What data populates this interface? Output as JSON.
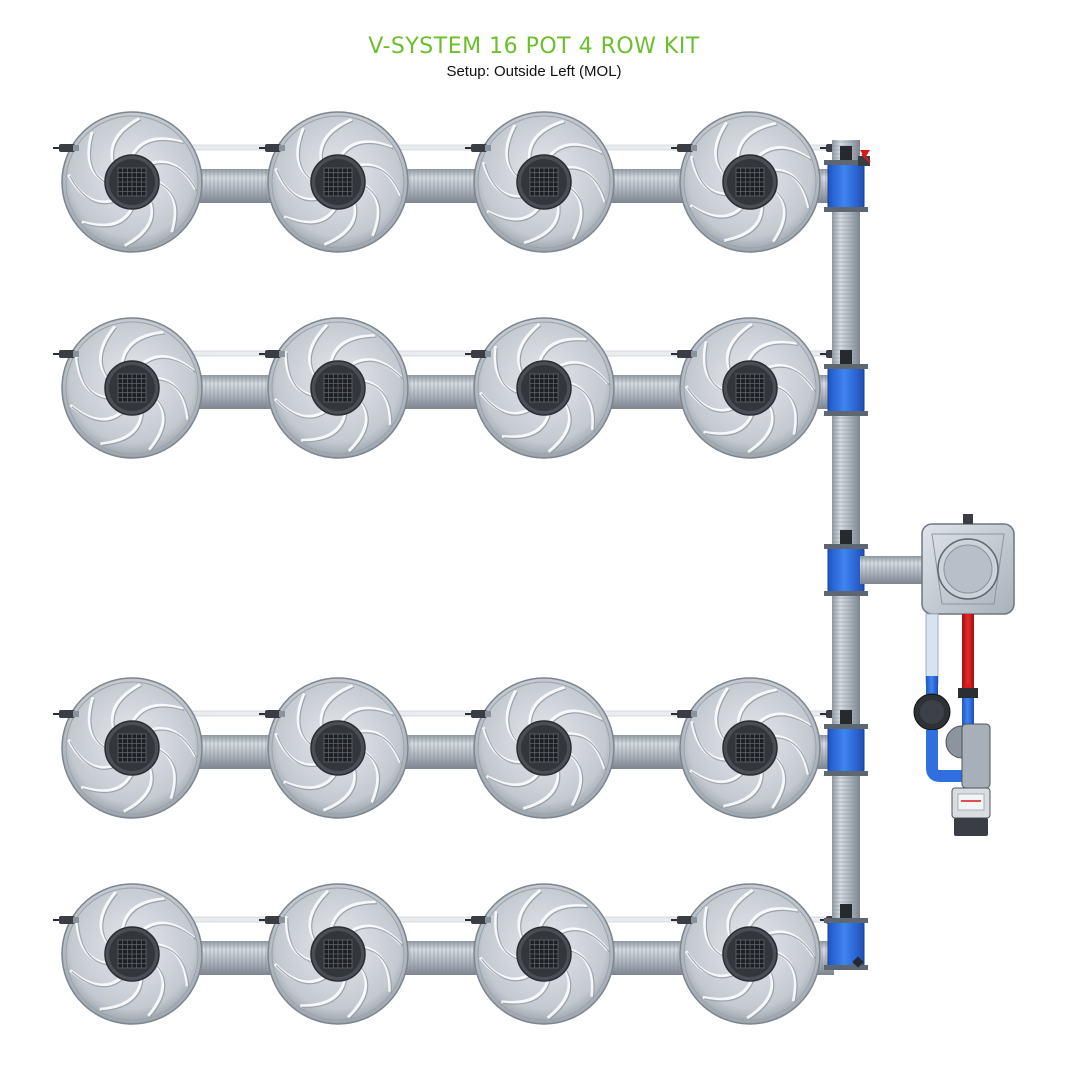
{
  "header": {
    "title": "V-SYSTEM 16 POT 4 ROW KIT",
    "subtitle": "Setup: Outside Left (MOL)"
  },
  "layout": {
    "rows": 4,
    "pots_per_row": 4
  },
  "colors": {
    "title_green": "#6cbf2c",
    "pipe_blue": "#2f6fe0",
    "valve_red": "#d7191c",
    "pot_grey": "#c7ccd3"
  },
  "icons": [
    "pot-icon",
    "drain-grille-icon",
    "tee-fitting-icon",
    "elbow-fitting-icon",
    "pump-icon",
    "filter-icon",
    "reservoir-tank-icon",
    "valve-icon"
  ]
}
